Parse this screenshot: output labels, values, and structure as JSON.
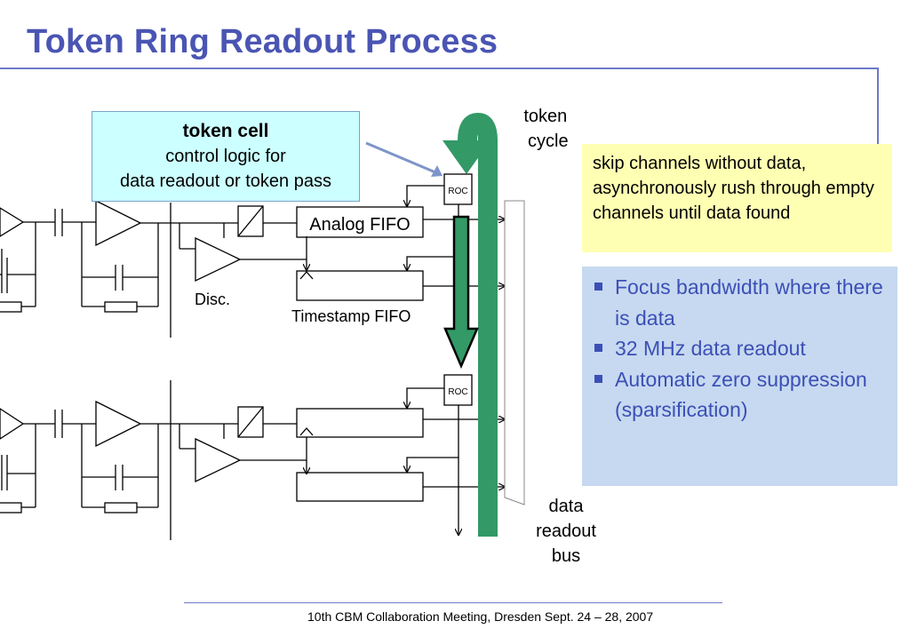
{
  "slide": {
    "title": "Token Ring Readout Process",
    "footer": "10th CBM Collaboration Meeting, Dresden Sept. 24 – 28, 2007"
  },
  "callout": {
    "title": "token cell",
    "line1": "control logic for",
    "line2": "data readout or token pass"
  },
  "labels": {
    "token_cycle_1": "token",
    "token_cycle_2": "cycle",
    "analog_fifo": "Analog FIFO",
    "timestamp_fifo": "Timestamp FIFO",
    "disc": "Disc.",
    "roc_1": "ROC",
    "roc_2": "ROC",
    "bus_1": "data",
    "bus_2": "readout",
    "bus_3": "bus"
  },
  "note": {
    "text": "skip channels without data, asynchronously rush through empty channels until data found"
  },
  "bullets": [
    "Focus bandwidth where there is data",
    "32 MHz data readout",
    "Automatic zero suppression (sparsification)"
  ],
  "colors": {
    "title": "#4a55b3",
    "token_ring": "#339966",
    "callout_bg": "#ccffff",
    "note_bg": "#ffffb3",
    "bullets_bg": "#c6d9f0",
    "bullet_text": "#3c4fb6"
  }
}
